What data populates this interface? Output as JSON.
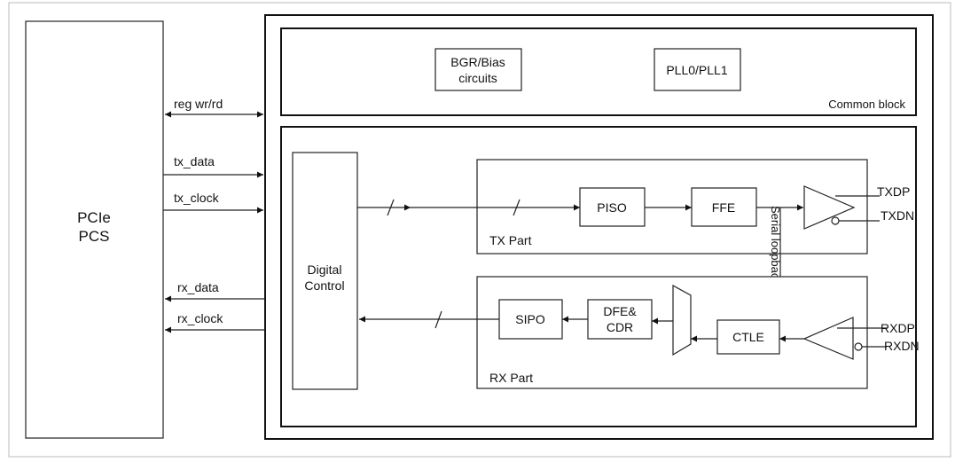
{
  "pcs": {
    "line1": "PCIe",
    "line2": "PCS"
  },
  "signals": {
    "reg": "reg wr/rd",
    "tx_data": "tx_data",
    "tx_clock": "tx_clock",
    "rx_data": "rx_data",
    "rx_clock": "rx_clock"
  },
  "common": {
    "bgr_line1": "BGR/Bias",
    "bgr_line2": "circuits",
    "pll": "PLL0/PLL1",
    "label": "Common block"
  },
  "digital": {
    "line1": "Digital",
    "line2": "Control"
  },
  "tx": {
    "piso": "PISO",
    "ffe": "FFE",
    "label": "TX Part",
    "txdp": "TXDP",
    "txdn": "TXDN"
  },
  "loopback": "Serial loopback",
  "rx": {
    "sipo": "SIPO",
    "dfe_line1": "DFE&",
    "dfe_line2": "CDR",
    "ctle": "CTLE",
    "label": "RX Part",
    "rxdp": "RXDP",
    "rxdn": "RXDN"
  }
}
